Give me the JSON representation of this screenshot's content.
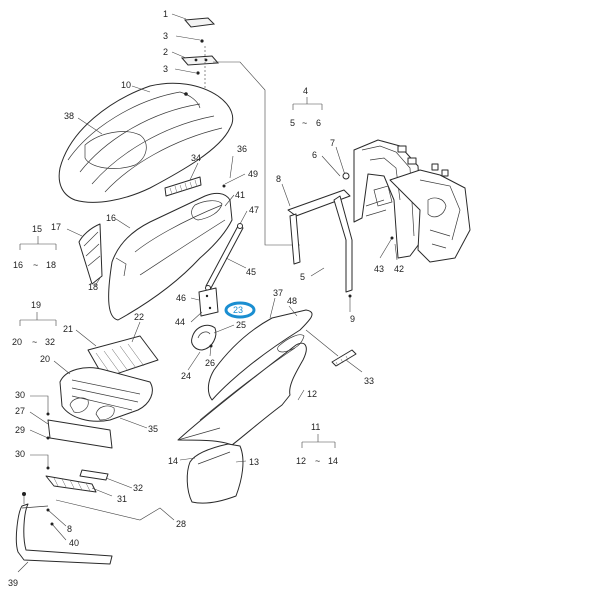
{
  "callouts": {
    "c1": "1",
    "c3a": "3",
    "c2": "2",
    "c3b": "3",
    "c10": "10",
    "c38": "38",
    "c34": "34",
    "c36": "36",
    "c49": "49",
    "c41": "41",
    "c47": "47",
    "c45": "45",
    "c16": "16",
    "c17": "17",
    "c18": "18",
    "c8a": "8",
    "c7": "7",
    "c6": "6",
    "c5": "5",
    "c9": "9",
    "c43": "43",
    "c42": "42",
    "c37": "37",
    "c48": "48",
    "c23": "23",
    "c46": "46",
    "c44": "44",
    "c25": "25",
    "c22": "22",
    "c21": "21",
    "c20": "20",
    "c24": "24",
    "c26": "26",
    "c12": "12",
    "c33": "33",
    "c30a": "30",
    "c27": "27",
    "c29": "29",
    "c30b": "30",
    "c35": "35",
    "c14": "14",
    "c13": "13",
    "c32": "32",
    "c31": "31",
    "c28": "28",
    "c8b": "8",
    "c40": "40",
    "c39": "39"
  },
  "groups": {
    "g4": {
      "num": "4",
      "range_from": "5",
      "sep": "~",
      "range_to": "6"
    },
    "g15": {
      "num": "15",
      "range_from": "16",
      "sep": "~",
      "range_to": "18"
    },
    "g19": {
      "num": "19",
      "range_from": "20",
      "sep": "~",
      "range_to": "32"
    },
    "g11": {
      "num": "11",
      "range_from": "12",
      "sep": "~",
      "range_to": "14"
    }
  },
  "highlight": {
    "color": "#1a8ed1"
  }
}
